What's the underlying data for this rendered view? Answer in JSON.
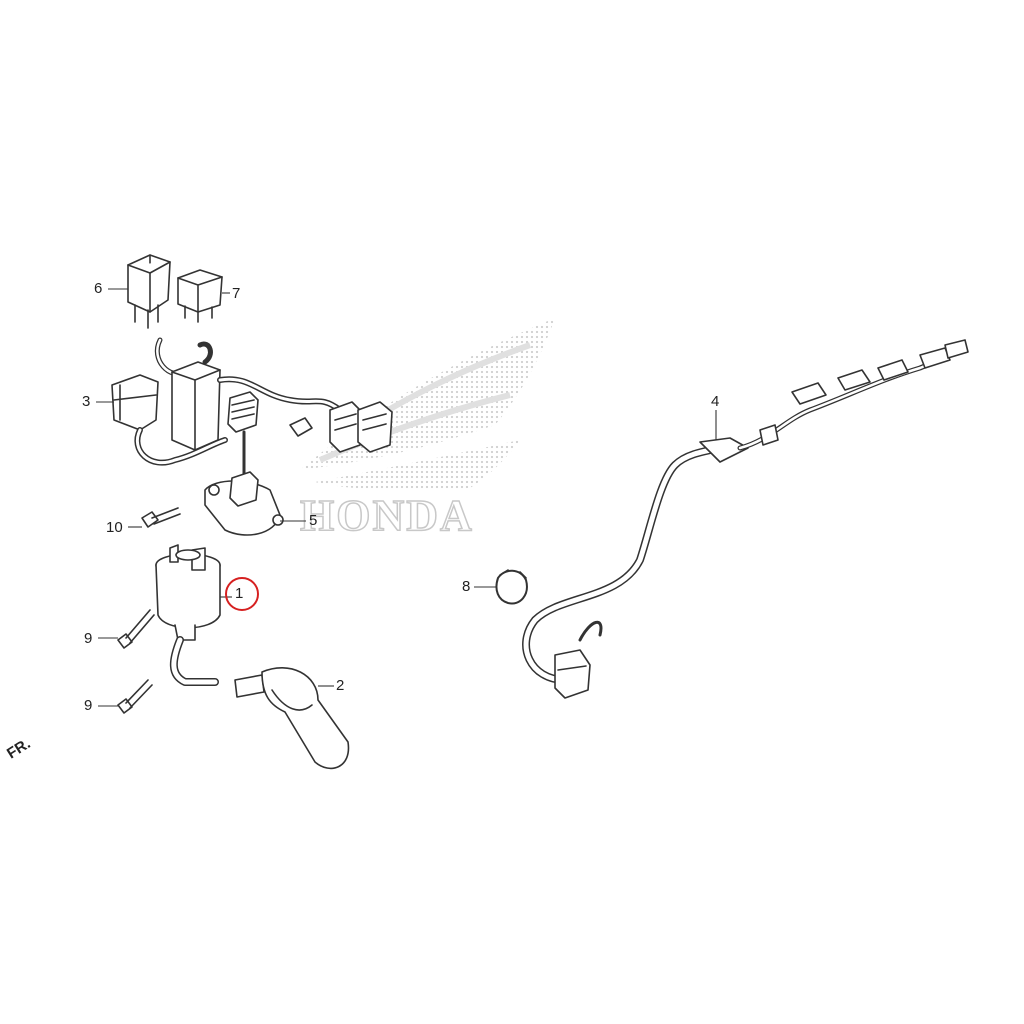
{
  "callouts": [
    {
      "id": "1",
      "text": "1"
    },
    {
      "id": "2",
      "text": "2"
    },
    {
      "id": "3",
      "text": "3"
    },
    {
      "id": "4",
      "text": "4"
    },
    {
      "id": "5",
      "text": "5"
    },
    {
      "id": "6",
      "text": "6"
    },
    {
      "id": "7",
      "text": "7"
    },
    {
      "id": "8",
      "text": "8"
    },
    {
      "id": "9a",
      "text": "9"
    },
    {
      "id": "9b",
      "text": "9"
    },
    {
      "id": "10",
      "text": "10"
    }
  ],
  "watermark": {
    "brand": "HONDA"
  },
  "direction_marker": "FR.",
  "highlight": {
    "part": "1",
    "color": "#d62020"
  },
  "colors": {
    "line": "#333333",
    "watermark": "#d9d9d9"
  }
}
